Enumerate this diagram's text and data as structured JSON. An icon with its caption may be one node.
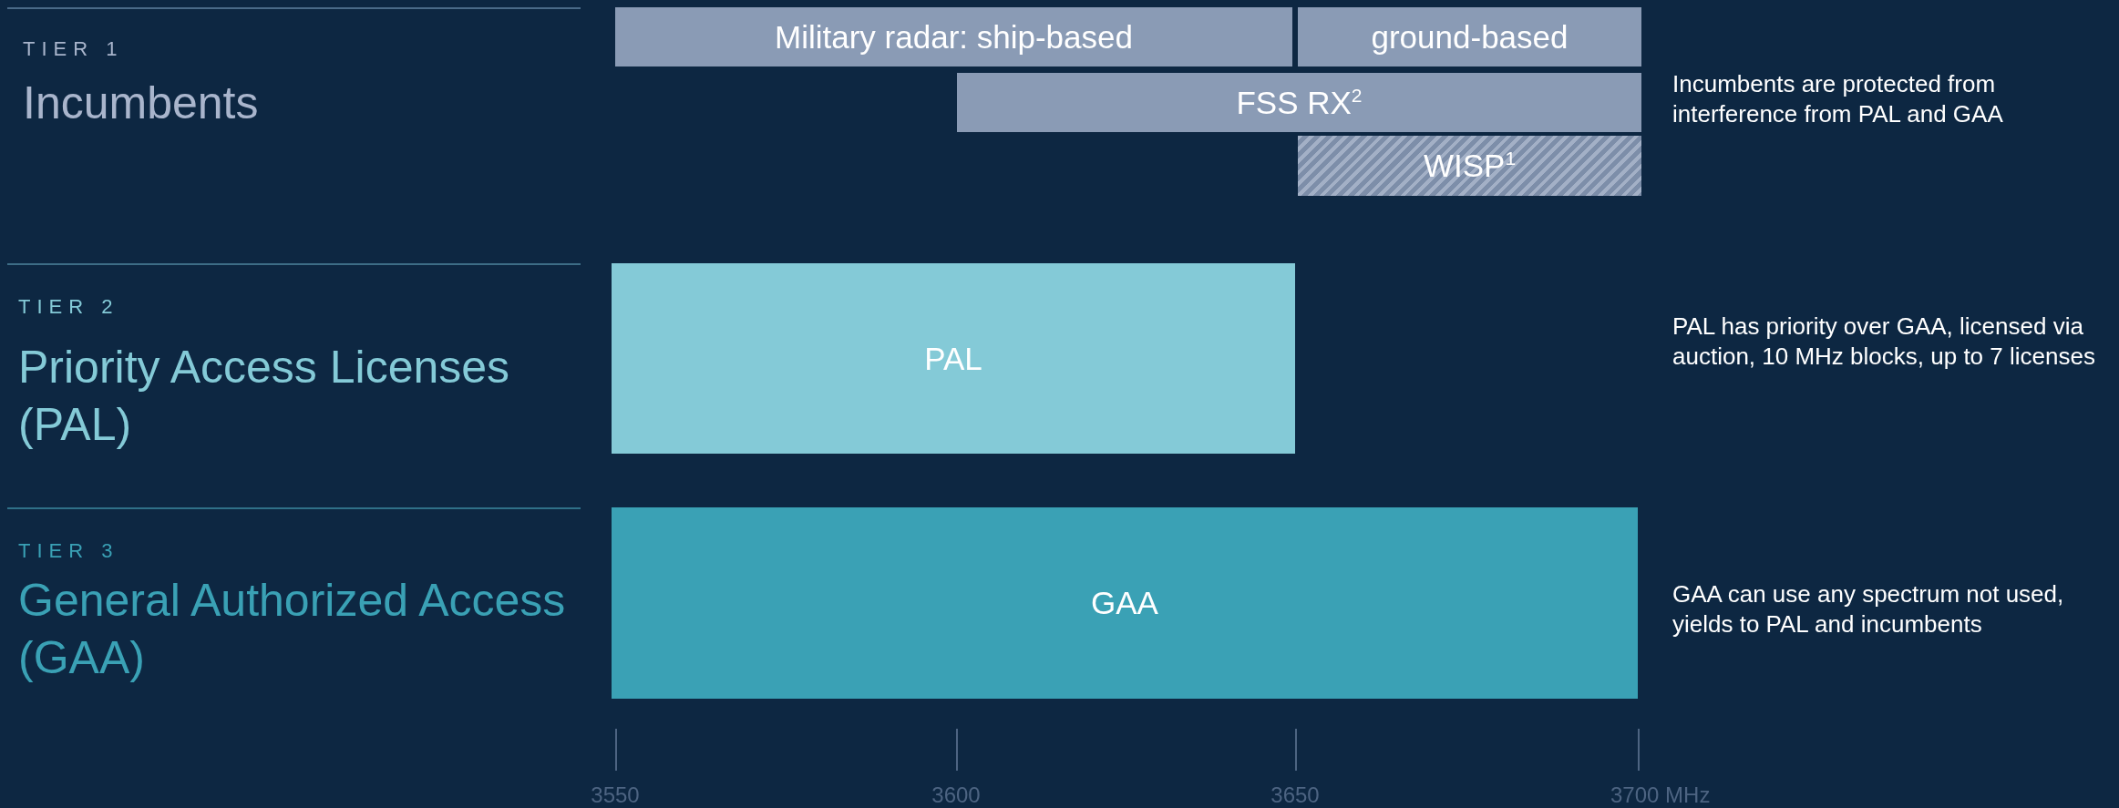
{
  "diagram": {
    "nodes": [
      {
        "text": [
          "Military radar: ship-based"
        ]
      },
      {
        "text": [
          "ground-based"
        ]
      },
      {
        "text": [
          "FSS RX$^{2}$"
        ]
      },
      {
        "text": [
          "WISP$^{1}$"
        ]
      },
      {
        "text": [
          "PAL"
        ]
      },
      {
        "text": [
          "GAA"
        ]
      }
    ],
    "edges": [],
    "labels": [
      "TIER 1",
      "Incumbents",
      "Incumbents are protected from interference from PAL and GAA",
      "TIER 2",
      "Priority Access Licenses (PAL)",
      "PAL has priority over GAA, licensed via auction, 10 MHz blocks, up to 7 licenses",
      "TIER 3",
      "General Authorized Access (GAA)",
      "GAA can use any spectrum not used, yields to PAL and incumbents",
      "3550",
      "3600",
      "3650",
      "3700 MHz"
    ]
  }
}
